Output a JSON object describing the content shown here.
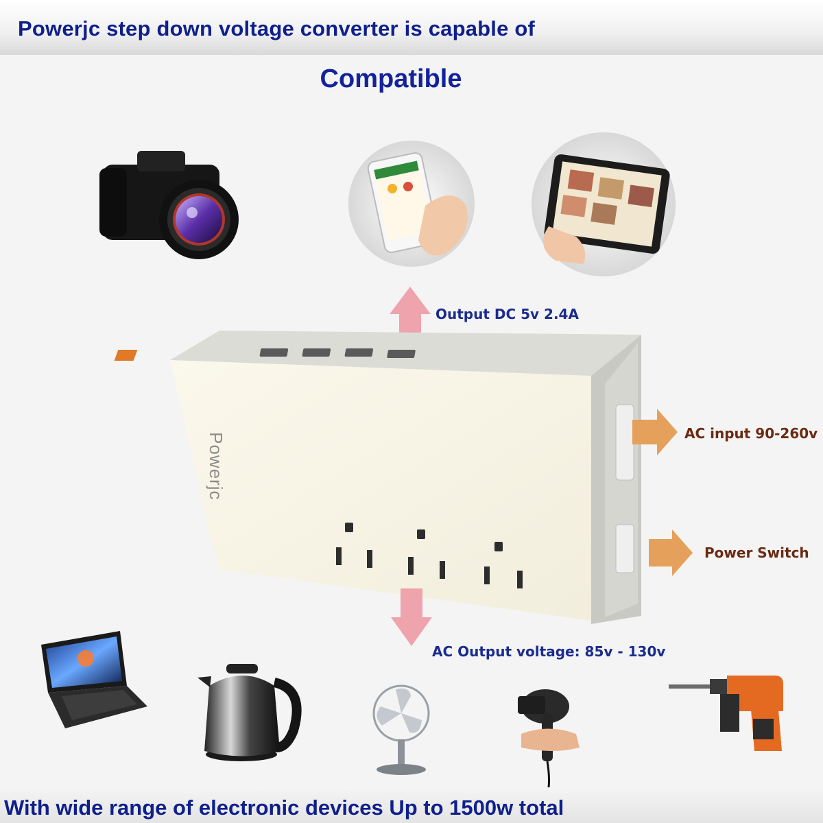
{
  "header": {
    "title": "Powerjc step down voltage converter is capable of",
    "subtitle": "Compatible"
  },
  "product": {
    "brand_label": "Powerjc",
    "usb_ports": 4,
    "ac_outlets": 3
  },
  "callouts": {
    "usb_output": "Output DC 5v 2.4A",
    "ac_input": "AC input 90-260v",
    "power_switch": "Power Switch",
    "ac_output": "AC Output voltage: 85v - 130v"
  },
  "footer": {
    "text": "With wide range of electronic devices Up to 1500w total"
  },
  "colors": {
    "title_blue": "#0f1f8c",
    "callout_brown": "#6b2a12",
    "arrow_pink": "#eea3ad",
    "arrow_orange": "#e5a05c"
  },
  "devices": {
    "top": [
      "camera",
      "smartphone",
      "tablet"
    ],
    "bottom": [
      "laptop",
      "electric-kettle",
      "desk-fan",
      "hair-dryer",
      "power-drill"
    ]
  }
}
